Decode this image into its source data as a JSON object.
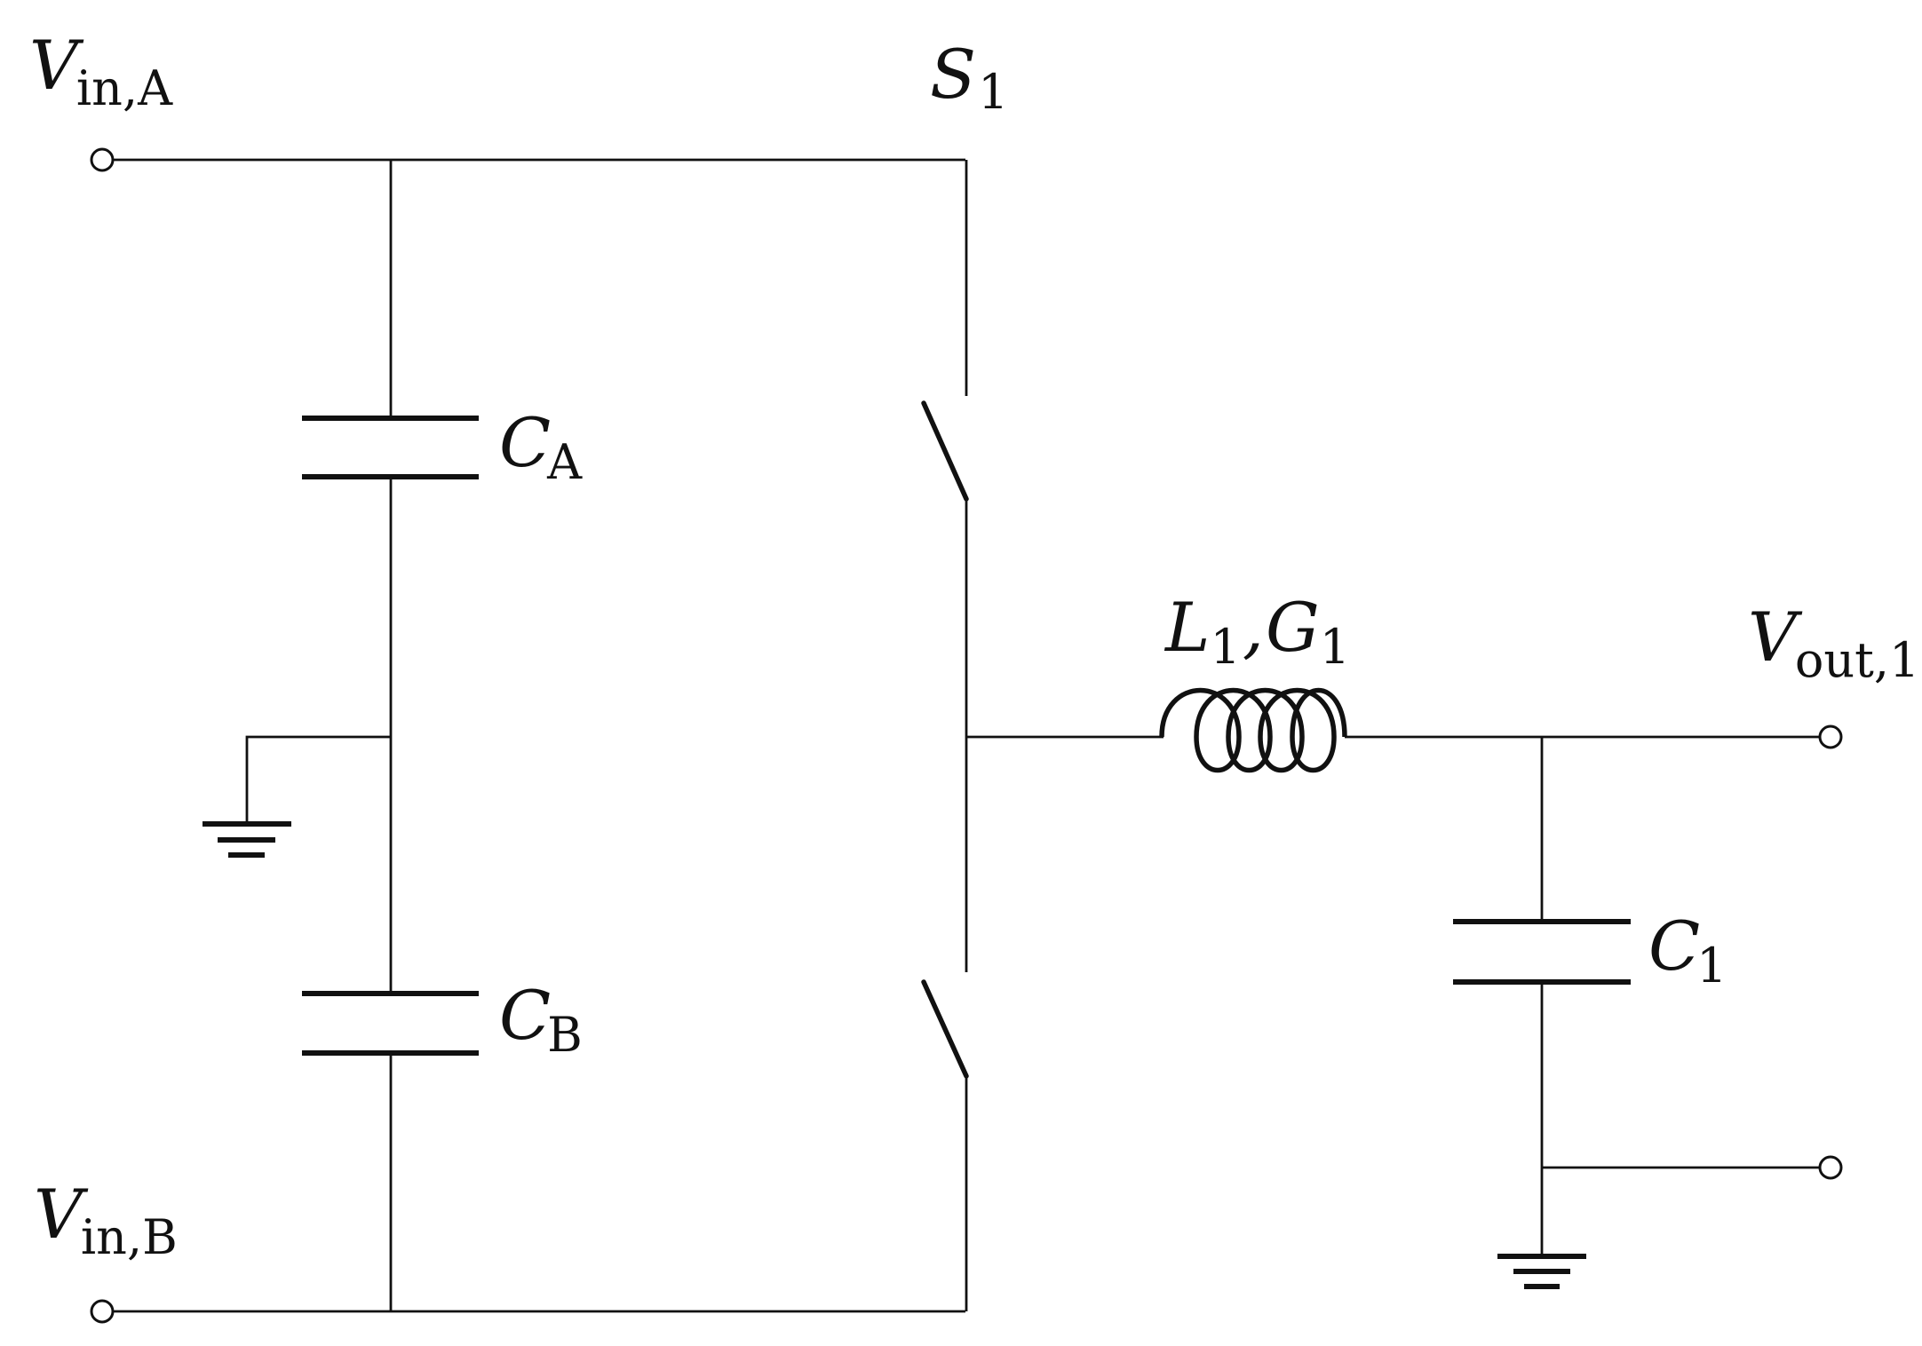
{
  "labels": {
    "vin_a": {
      "main": "V",
      "sub": "in,A"
    },
    "vin_b": {
      "main": "V",
      "sub": "in,B"
    },
    "s1": {
      "main": "S",
      "sub": "1"
    },
    "ca": {
      "main": "C",
      "sub": "A"
    },
    "cb": {
      "main": "C",
      "sub": "B"
    },
    "l1g1": {
      "main1": "L",
      "sub1": "1",
      "sep": ",",
      "main2": "G",
      "sub2": "1"
    },
    "vout1": {
      "main": "V",
      "sub": "out,1"
    },
    "c1": {
      "main": "C",
      "sub": "1"
    }
  }
}
